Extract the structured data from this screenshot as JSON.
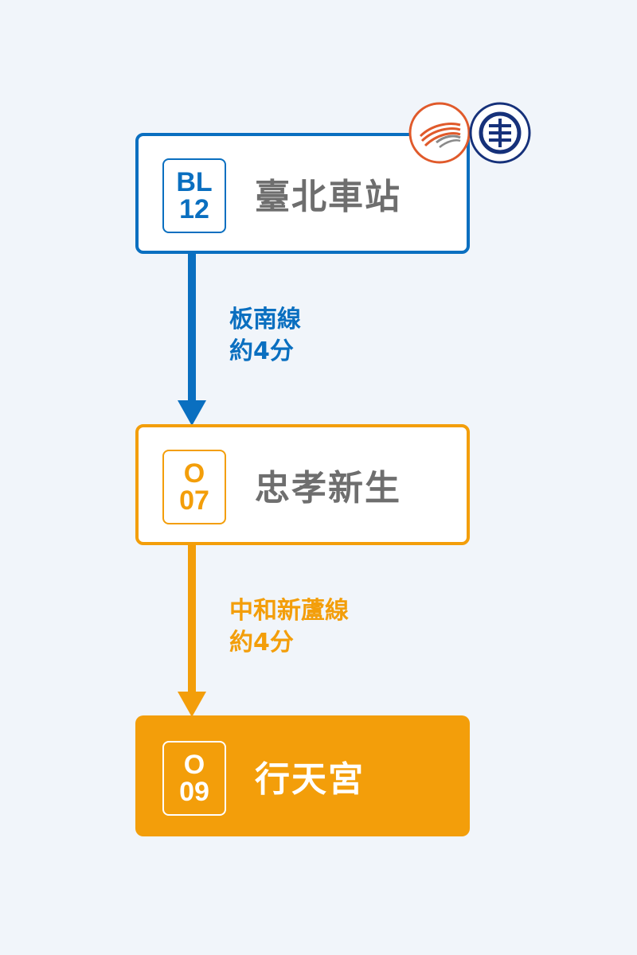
{
  "stations": [
    {
      "code_line": "BL",
      "code_num": "12",
      "name": "臺北車站"
    },
    {
      "code_line": "O",
      "code_num": "07",
      "name": "忠孝新生"
    },
    {
      "code_line": "O",
      "code_num": "09",
      "name": "行天宮"
    }
  ],
  "segments": [
    {
      "line": "板南線",
      "time": "約4分"
    },
    {
      "line": "中和新蘆線",
      "time": "約4分"
    }
  ],
  "icons": {
    "transfer_1": "high-speed-rail-logo-icon",
    "transfer_2": "taiwan-railway-logo-icon"
  },
  "colors": {
    "bannan_line": "#0a6fc0",
    "zhonghe_xinlu_line": "#f39e0a",
    "station_name": "#6e6e6e",
    "background": "#f1f5fa"
  }
}
